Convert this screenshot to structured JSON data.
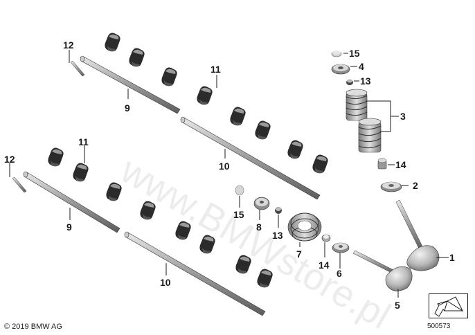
{
  "footer": {
    "copyright": "© 2019 BMW AG",
    "diagram_number": "500573"
  },
  "watermark": "www.BMWstore.pl",
  "callouts": {
    "c1": "1",
    "c2": "2",
    "c3": "3",
    "c4": "4",
    "c5": "5",
    "c6": "6",
    "c7": "7",
    "c8": "8",
    "c9_upper": "9",
    "c9_lower": "9",
    "c10_upper": "10",
    "c10_lower": "10",
    "c11_upper": "11",
    "c11_lower": "11",
    "c12_upper": "12",
    "c12_lower": "12",
    "c13_upper": "13",
    "c13_lower": "13",
    "c14_upper": "14",
    "c14_lower": "14",
    "c15_upper": "15",
    "c15_lower": "15"
  },
  "colors": {
    "part_fill": "#bdbdbd",
    "part_dark": "#2b2b2b",
    "line": "#1a1a1a"
  }
}
